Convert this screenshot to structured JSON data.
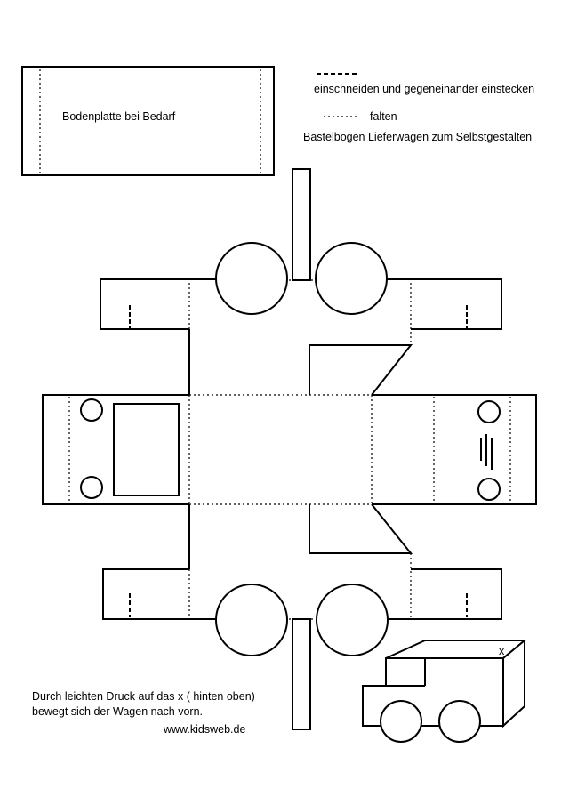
{
  "legend": {
    "cut_text": "einschneiden und gegeneinander einstecken",
    "fold_text": "falten",
    "title": "Bastelbogen Lieferwagen zum Selbstgestalten"
  },
  "base_plate_label": "Bodenplatte bei Bedarf",
  "instructions": {
    "line1": "Durch leichten Druck auf das x ( hinten oben)",
    "line2": "bewegt sich der Wagen nach vorn.",
    "website": "www.kidsweb.de"
  },
  "preview_mark": "x"
}
